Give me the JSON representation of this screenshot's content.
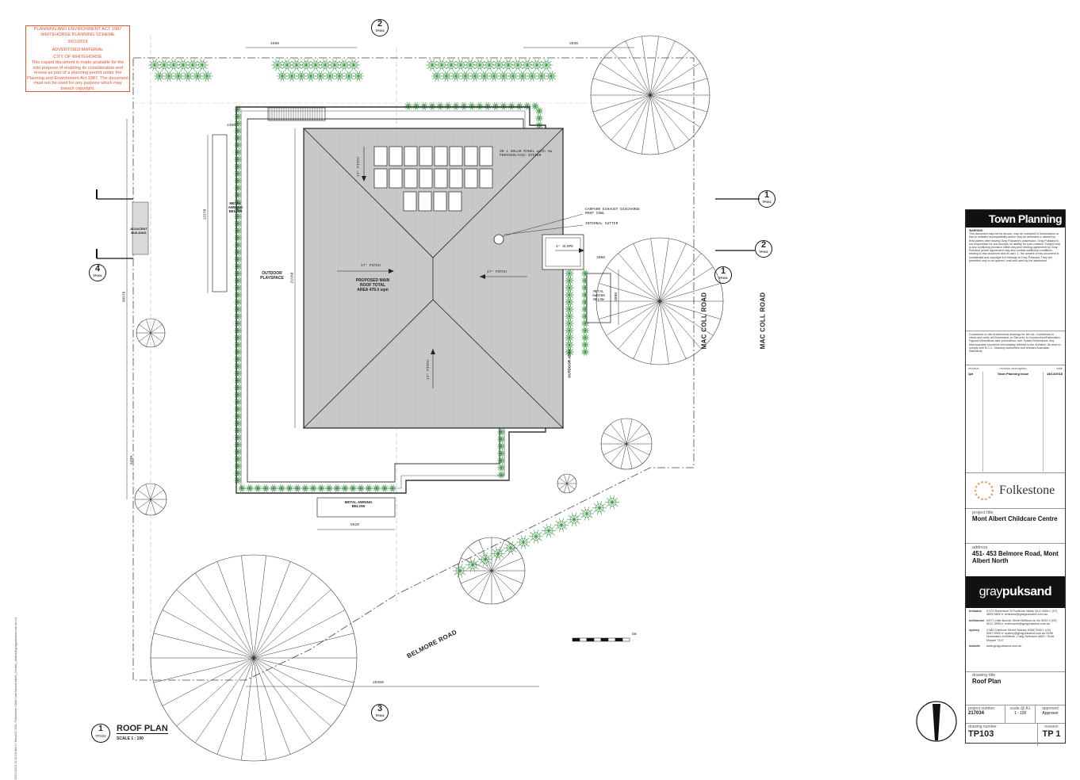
{
  "stamp": {
    "line1": "PLANNING AND ENVIRONMENT ACT 1987",
    "line2": "WHITEHORSE PLANNING SCHEME",
    "line3": "9/01/2019",
    "line4": "ADVERTISED MATERIAL",
    "line5": "CITY OF WHITEHORSE",
    "line6": "This copied document is made available for the sole purpose of enabling its consideration and review as part of a planning permit under the Planning and Environment Act 1987. The document must not be used for any purpose which may breach copyright."
  },
  "plan": {
    "title": "ROOF PLAN",
    "scale": "SCALE 1 : 100",
    "ref_number": "1",
    "ref_sheet": "TP202",
    "outdoor_playspace": "OUTDOOR PLAYSPACE",
    "roof_label_1": "PROPOSED MAIN",
    "roof_label_2": "ROOF TOTAL",
    "roof_label_3": "AREA 479.0 sqm",
    "adjacent_building": "ADJACENT BUILDING",
    "metal_awning_left": "METAL AWNING BELOW",
    "metal_awning_right": "METAL AWNING BELOW",
    "metal_awning_bottom": "METAL AWNING BELOW",
    "outdoor_area": "OUTDOOR AREA",
    "solar_note_1": "30 x SOLAR PANEL with Aw",
    "solar_note_2": "PHOTOVOLTAIC SYSTEM",
    "carpark_note_1": "CARPARK EXHAUST DISCHARGE",
    "carpark_note_2": "ROOF COWL",
    "gutter_note": "INTERNAL GUTTER",
    "slope_note": "4° SLOPE",
    "pitch_1": "17° PITCH",
    "pitch_2": "17° PITCH",
    "pitch_3": "17° PITCH",
    "pitch_4": "17° PITCH",
    "road_mac_1": "MAC COLL ROAD",
    "road_mac_2": "MAC COLL ROAD",
    "road_belmore": "BELMORE ROAD",
    "scale_bar": "5m",
    "dim_top_left": "4560",
    "dim_top_right": "3930",
    "dim_bottom": "28450",
    "dim_bottom_small": "5920",
    "dim_left_total": "30976",
    "dim_left_lower": "5490",
    "dim_left_upper": "12270",
    "dim_inner": "21950",
    "dim_2400": "2400",
    "dim_3000": "3000",
    "dim_3800": "3800",
    "sec_top_num": "2",
    "sec_top_sheet": "TP201",
    "sec_bottom_num": "3",
    "sec_bottom_sheet": "TP201",
    "sec_left_num": "4",
    "sec_left_sheet": "TP201",
    "sec_right_a_num": "1",
    "sec_right_a_sheet": "TP201",
    "sec_right_b_num": "1",
    "sec_right_b_sheet": "TP201",
    "sec_right_c_num": "2",
    "sec_right_c_sheet": "TP201",
    "side_text": "15/01/2019 10:32:25 AM   C:\\Temp\\217034- Folkestone Child Care Mount Albert_Central_chariot@graypuksand.com.au.rvt"
  },
  "titleblock": {
    "header": "Town Planning",
    "warning_title": "WARNING",
    "warning_text": "This document may not be secure, may be corrupted in transmission or due to software incompatibility and/or may be amended or altered by third parties after leaving Gray Puksand's possession. Gray Puksand is not responsible for and accepts no liability for such matters. Subject only to any conflicting provision within any prior binding agreement by Gray Puksand (which agreement may also contain additional conditions relating to this document and its use): 1. the content of this document is confidential and copyright in it belongs to Gray Puksand. They are permitted only to be opened, read and used by the addressee.",
    "contractor_note": "Contractors to use Architectural drawings for set out. Contractors to check and verify all Dimensions on Site prior to Construction/Fabrication. Figured Dimensions take precedence over Scaled Dimensions. Any discrepancies should be immediately referred to the Architect. All work to comply with N.C.C. Statutory Authorities and relevant Australian Standards.",
    "rev_col1": "revision",
    "rev_col2": "revision description",
    "rev_col3": "date",
    "rev_val1": "1pt",
    "rev_val2": "Town Planning Issue",
    "rev_val3": "18/12/2018",
    "client": "Folkestone",
    "project_title_label": "project title",
    "project_title": "Mont Albert Childcare Centre",
    "address_label": "address",
    "address": "451- 453 Belmore Road, Mont Albert North",
    "firm_a": "gray",
    "firm_b": "puksand",
    "offices": [
      {
        "city": "brisbane",
        "detail": "2/172 Robertson St Fortitude Valley QLD 4006  t: (07) 3839 5800  e: brisbane@graypuksand.com.au"
      },
      {
        "city": "melbourne",
        "detail": "9/577 Little Bourke Street Melbourne Vic 3000  t: (03) 9221 3999  e: melbourne@graypuksand.com.au"
      },
      {
        "city": "sydney",
        "detail": "1/180 Clarence Street Sydney NSW 2000  t: (02) 9287 8902  e: sydney@graypuksand.com.au  NSW Nominated Architects: Craig Sellmann 4849 / Scott Moylan 7147"
      },
      {
        "city": "website",
        "detail": "www.graypuksand.com.au"
      }
    ],
    "drawing_title_label": "drawing title",
    "drawing_title": "Roof Plan",
    "project_number_label": "project number",
    "project_number": "217034",
    "scale_label": "scale @ A1",
    "scale": "1 : 100",
    "approved_label": "approved",
    "approved": "Approver",
    "drawing_number_label": "drawing number",
    "drawing_number": "TP103",
    "revision_label": "revision",
    "revision": "TP 1"
  }
}
